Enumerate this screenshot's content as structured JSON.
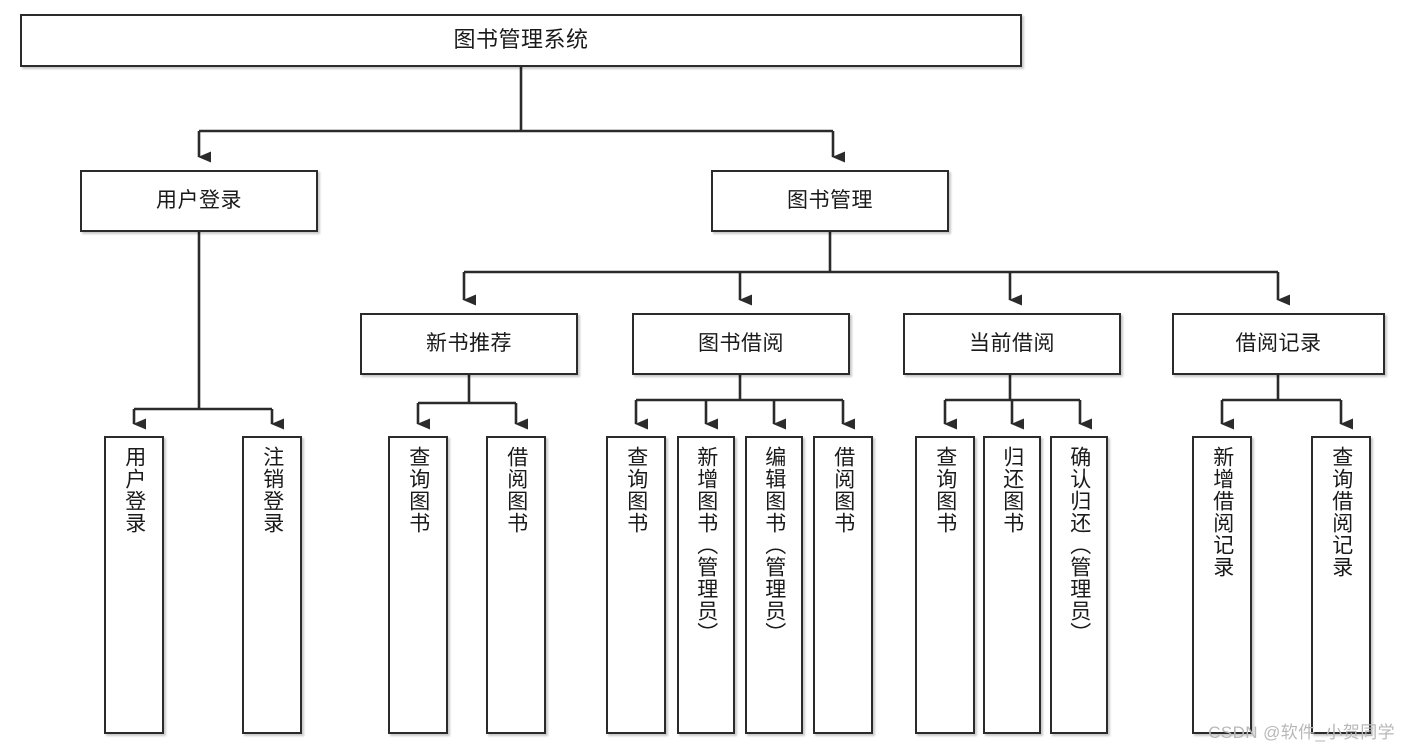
{
  "diagram": {
    "title": "图书管理系统",
    "type": "hierarchy-tree",
    "levels": 4,
    "root": {
      "id": "root",
      "label": "图书管理系统"
    },
    "level2": [
      {
        "id": "user-login",
        "label": "用户登录"
      },
      {
        "id": "book-manage",
        "label": "图书管理"
      }
    ],
    "level3": [
      {
        "id": "new-book-rec",
        "label": "新书推荐",
        "parent": "book-manage"
      },
      {
        "id": "book-borrow",
        "label": "图书借阅",
        "parent": "book-manage"
      },
      {
        "id": "current-borrow",
        "label": "当前借阅",
        "parent": "book-manage"
      },
      {
        "id": "borrow-record",
        "label": "借阅记录",
        "parent": "book-manage"
      }
    ],
    "leaves": {
      "user_login": [
        {
          "id": "leaf-user-login",
          "label": "用户登录"
        },
        {
          "id": "leaf-user-logout",
          "label": "注销登录"
        }
      ],
      "new_book_rec": [
        {
          "id": "leaf-query-book-1",
          "label": "查询图书"
        },
        {
          "id": "leaf-borrow-book-1",
          "label": "借阅图书"
        }
      ],
      "book_borrow": [
        {
          "id": "leaf-query-book-2",
          "label": "查询图书"
        },
        {
          "id": "leaf-add-book",
          "label": "新增图书（管理员）"
        },
        {
          "id": "leaf-edit-book",
          "label": "编辑图书（管理员）"
        },
        {
          "id": "leaf-borrow-book-2",
          "label": "借阅图书"
        }
      ],
      "current_borrow": [
        {
          "id": "leaf-query-book-3",
          "label": "查询图书"
        },
        {
          "id": "leaf-return-book",
          "label": "归还图书"
        },
        {
          "id": "leaf-confirm-return",
          "label": "确认归还（管理员）"
        }
      ],
      "borrow_record": [
        {
          "id": "leaf-add-record",
          "label": "新增借阅记录"
        },
        {
          "id": "leaf-query-record",
          "label": "查询借阅记录"
        }
      ]
    },
    "colors": {
      "box_border": "#2b2b2b",
      "box_fill": "#ffffff",
      "connector": "#2b2b2b",
      "text": "#1a1a1a",
      "watermark": "#b8b8b8",
      "background": "#ffffff"
    }
  },
  "watermark": {
    "text": "CSDN @软件_小贺同学"
  }
}
